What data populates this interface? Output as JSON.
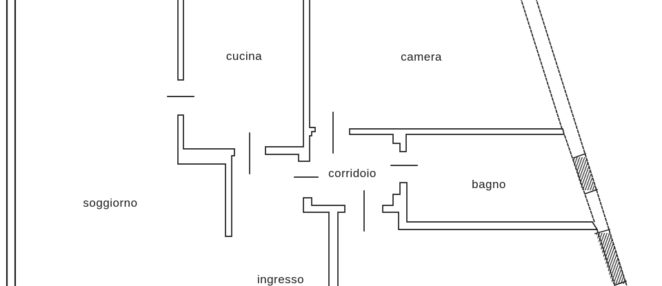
{
  "colors": {
    "line": "#1f1f1f",
    "background": "#ffffff",
    "text": "#1a1a1a"
  },
  "rooms": [
    {
      "id": "cucina",
      "label": "cucina"
    },
    {
      "id": "camera",
      "label": "camera"
    },
    {
      "id": "soggiorno",
      "label": "soggiorno"
    },
    {
      "id": "corridoio",
      "label": "corridoio"
    },
    {
      "id": "bagno",
      "label": "bagno"
    },
    {
      "id": "ingresso",
      "label": "ingresso"
    }
  ]
}
